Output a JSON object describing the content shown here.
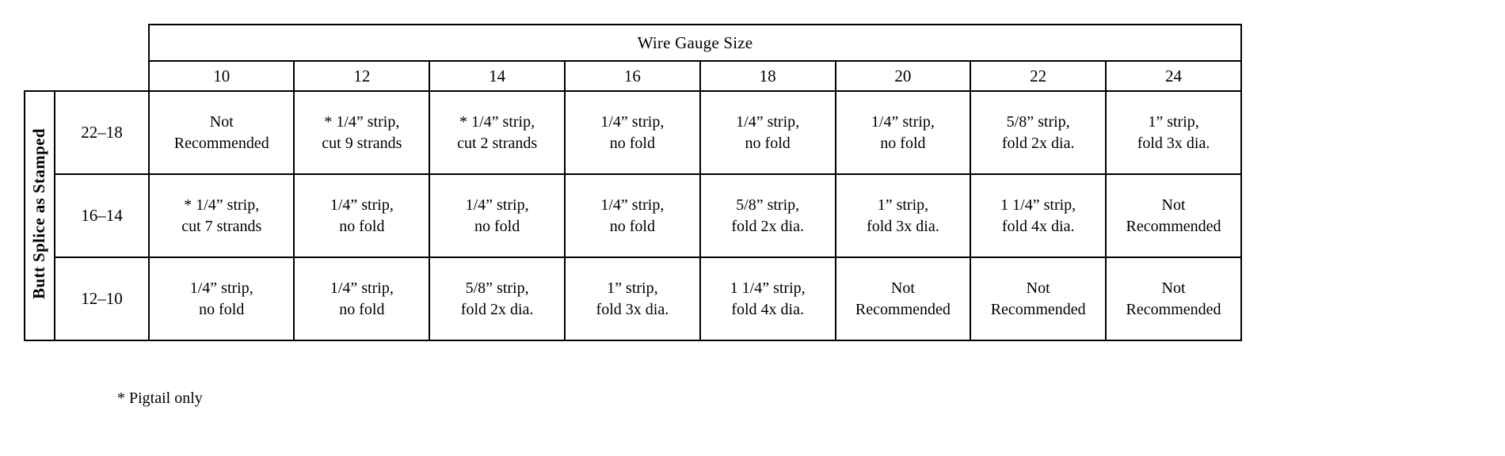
{
  "table": {
    "column_group_header": "Wire Gauge Size",
    "row_group_header": "Butt Splice as Stamped",
    "columns": [
      "10",
      "12",
      "14",
      "16",
      "18",
      "20",
      "22",
      "24"
    ],
    "rows": [
      {
        "label": "22–18",
        "cells": [
          {
            "line1": "Not",
            "line2": "Recommended"
          },
          {
            "line1": "* 1/4” strip,",
            "line2": "cut 9 strands"
          },
          {
            "line1": "* 1/4” strip,",
            "line2": "cut 2 strands"
          },
          {
            "line1": "1/4” strip,",
            "line2": "no fold"
          },
          {
            "line1": "1/4” strip,",
            "line2": "no fold"
          },
          {
            "line1": "1/4” strip,",
            "line2": "no fold"
          },
          {
            "line1": "5/8” strip,",
            "line2": "fold 2x dia."
          },
          {
            "line1": "1” strip,",
            "line2": "fold 3x dia."
          }
        ]
      },
      {
        "label": "16–14",
        "cells": [
          {
            "line1": "* 1/4” strip,",
            "line2": "cut 7 strands"
          },
          {
            "line1": "1/4” strip,",
            "line2": "no fold"
          },
          {
            "line1": "1/4” strip,",
            "line2": "no fold"
          },
          {
            "line1": "1/4” strip,",
            "line2": "no fold"
          },
          {
            "line1": "5/8” strip,",
            "line2": "fold 2x dia."
          },
          {
            "line1": "1” strip,",
            "line2": "fold 3x dia."
          },
          {
            "line1": "1 1/4” strip,",
            "line2": "fold 4x dia."
          },
          {
            "line1": "Not",
            "line2": "Recommended"
          }
        ]
      },
      {
        "label": "12–10",
        "cells": [
          {
            "line1": "1/4” strip,",
            "line2": "no fold"
          },
          {
            "line1": "1/4” strip,",
            "line2": "no fold"
          },
          {
            "line1": "5/8” strip,",
            "line2": "fold 2x dia."
          },
          {
            "line1": "1” strip,",
            "line2": "fold 3x dia."
          },
          {
            "line1": "1 1/4” strip,",
            "line2": "fold 4x dia."
          },
          {
            "line1": "Not",
            "line2": "Recommended"
          },
          {
            "line1": "Not",
            "line2": "Recommended"
          },
          {
            "line1": "Not",
            "line2": "Recommended"
          }
        ]
      }
    ]
  },
  "footnote": "* Pigtail only",
  "colors": {
    "background": "#ffffff",
    "text": "#000000",
    "border": "#000000"
  }
}
